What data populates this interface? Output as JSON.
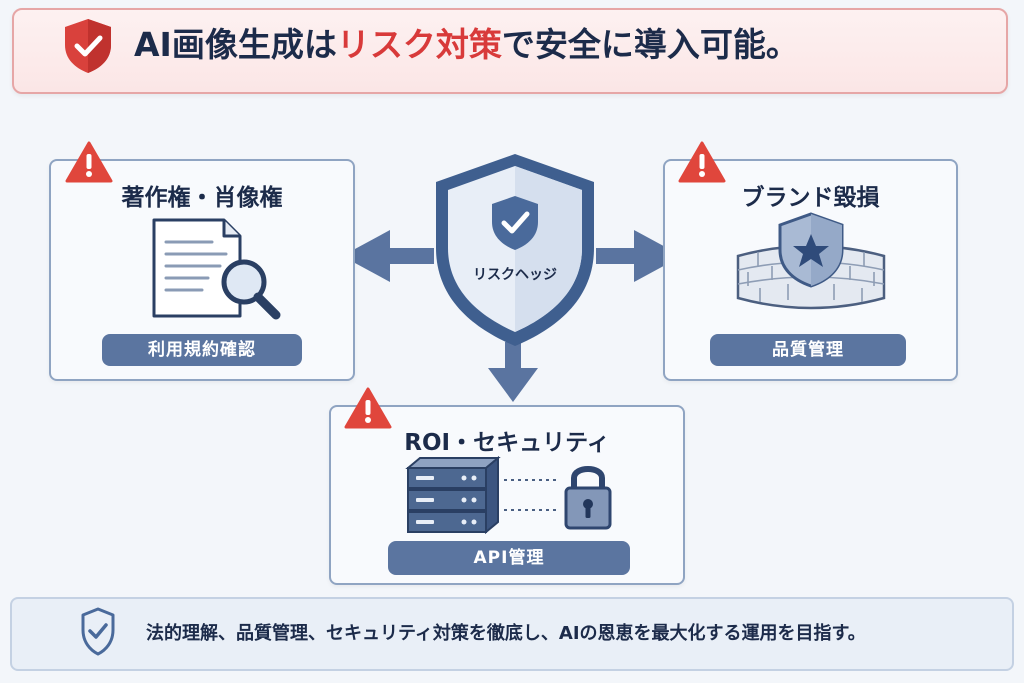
{
  "header": {
    "title_pre": "AI画像生成は",
    "title_accent": "リスク対策",
    "title_post": "で安全に導入可能。",
    "icon": "shield-check-icon",
    "accent_color": "#d83a3a"
  },
  "center_shield": {
    "label": "リスクヘッジ",
    "icon": "shield-check-icon"
  },
  "cards": {
    "copyright": {
      "title": "著作権・肖像権",
      "tag": "利用規約確認",
      "icons": [
        "warning-icon",
        "document-magnifier-icon"
      ]
    },
    "brand": {
      "title": "ブランド毀損",
      "tag": "品質管理",
      "icons": [
        "warning-icon",
        "shield-star-wall-icon"
      ]
    },
    "security": {
      "title": "ROI・セキュリティ",
      "tag": "API管理",
      "icons": [
        "warning-icon",
        "server-icon",
        "padlock-icon"
      ]
    }
  },
  "footer": {
    "text": "法的理解、品質管理、セキュリティ対策を徹底し、AIの恩恵を最大化する運用を目指す。",
    "icon": "shield-check-outline-icon"
  },
  "colors": {
    "navy": "#1c2b4a",
    "steel": "#5b75a0",
    "warning": "#e0463c"
  }
}
